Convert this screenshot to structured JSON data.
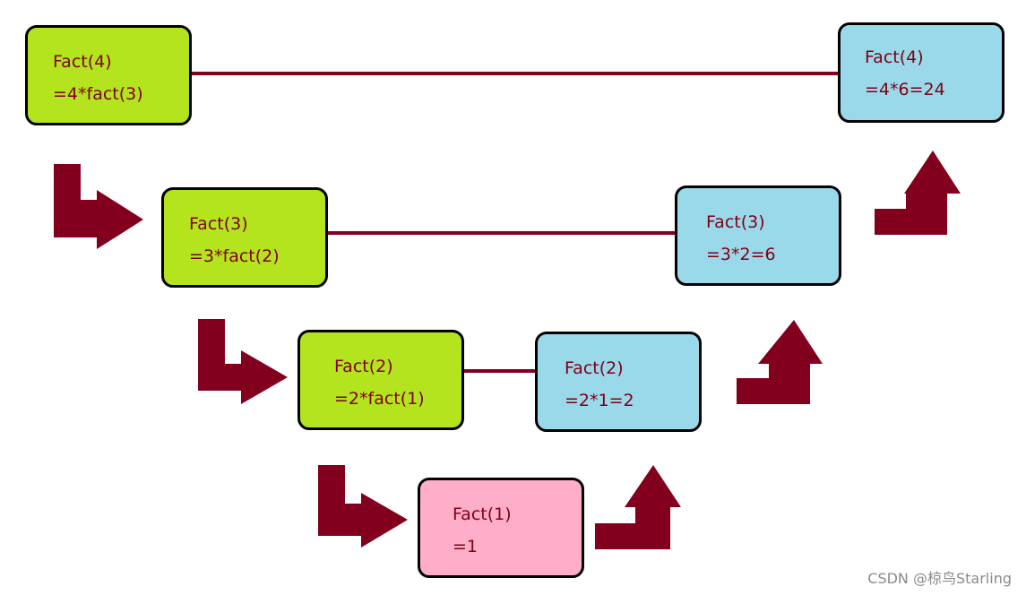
{
  "boxes": {
    "f4_call": {
      "line1": "Fact(4)",
      "line2": "=4*fact(3)"
    },
    "f4_return": {
      "line1": "Fact(4)",
      "line2": "=4*6=24"
    },
    "f3_call": {
      "line1": "Fact(3)",
      "line2": "=3*fact(2)"
    },
    "f3_return": {
      "line1": "Fact(3)",
      "line2": "=3*2=6"
    },
    "f2_call": {
      "line1": "Fact(2)",
      "line2": "=2*fact(1)"
    },
    "f2_return": {
      "line1": "Fact(2)",
      "line2": "=2*1=2"
    },
    "f1": {
      "line1": "Fact(1)",
      "line2": "=1"
    }
  },
  "colors": {
    "call_fill": "#b4e41e",
    "return_fill": "#9ad9ea",
    "base_fill": "#ffaec9",
    "arrow": "#82001e",
    "text": "#7f0014",
    "connector": "#82001e"
  },
  "watermark": "CSDN @椋鸟Starling"
}
